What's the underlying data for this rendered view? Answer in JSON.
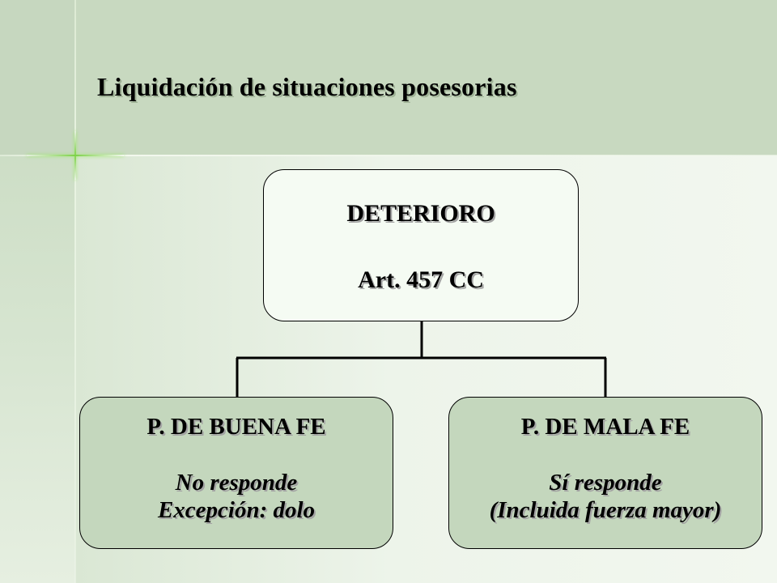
{
  "slide": {
    "title": "Liquidación de situaciones posesorias"
  },
  "diagram": {
    "root": {
      "line1": "DETERIORO",
      "line2": "Art. 457 CC"
    },
    "children": [
      {
        "header": "P. DE BUENA FE",
        "line1": "No responde",
        "line2": "Excepción: dolo"
      },
      {
        "header": "P. DE MALA FE",
        "line1": "Sí responde",
        "line2": "(Incluida fuerza mayor)"
      }
    ]
  },
  "colors": {
    "header_band": "#c8d9c0",
    "root_fill": "#f5fbf3",
    "child_fill": "#c4d7bd",
    "accent_sparkle": "#7ed14a"
  }
}
